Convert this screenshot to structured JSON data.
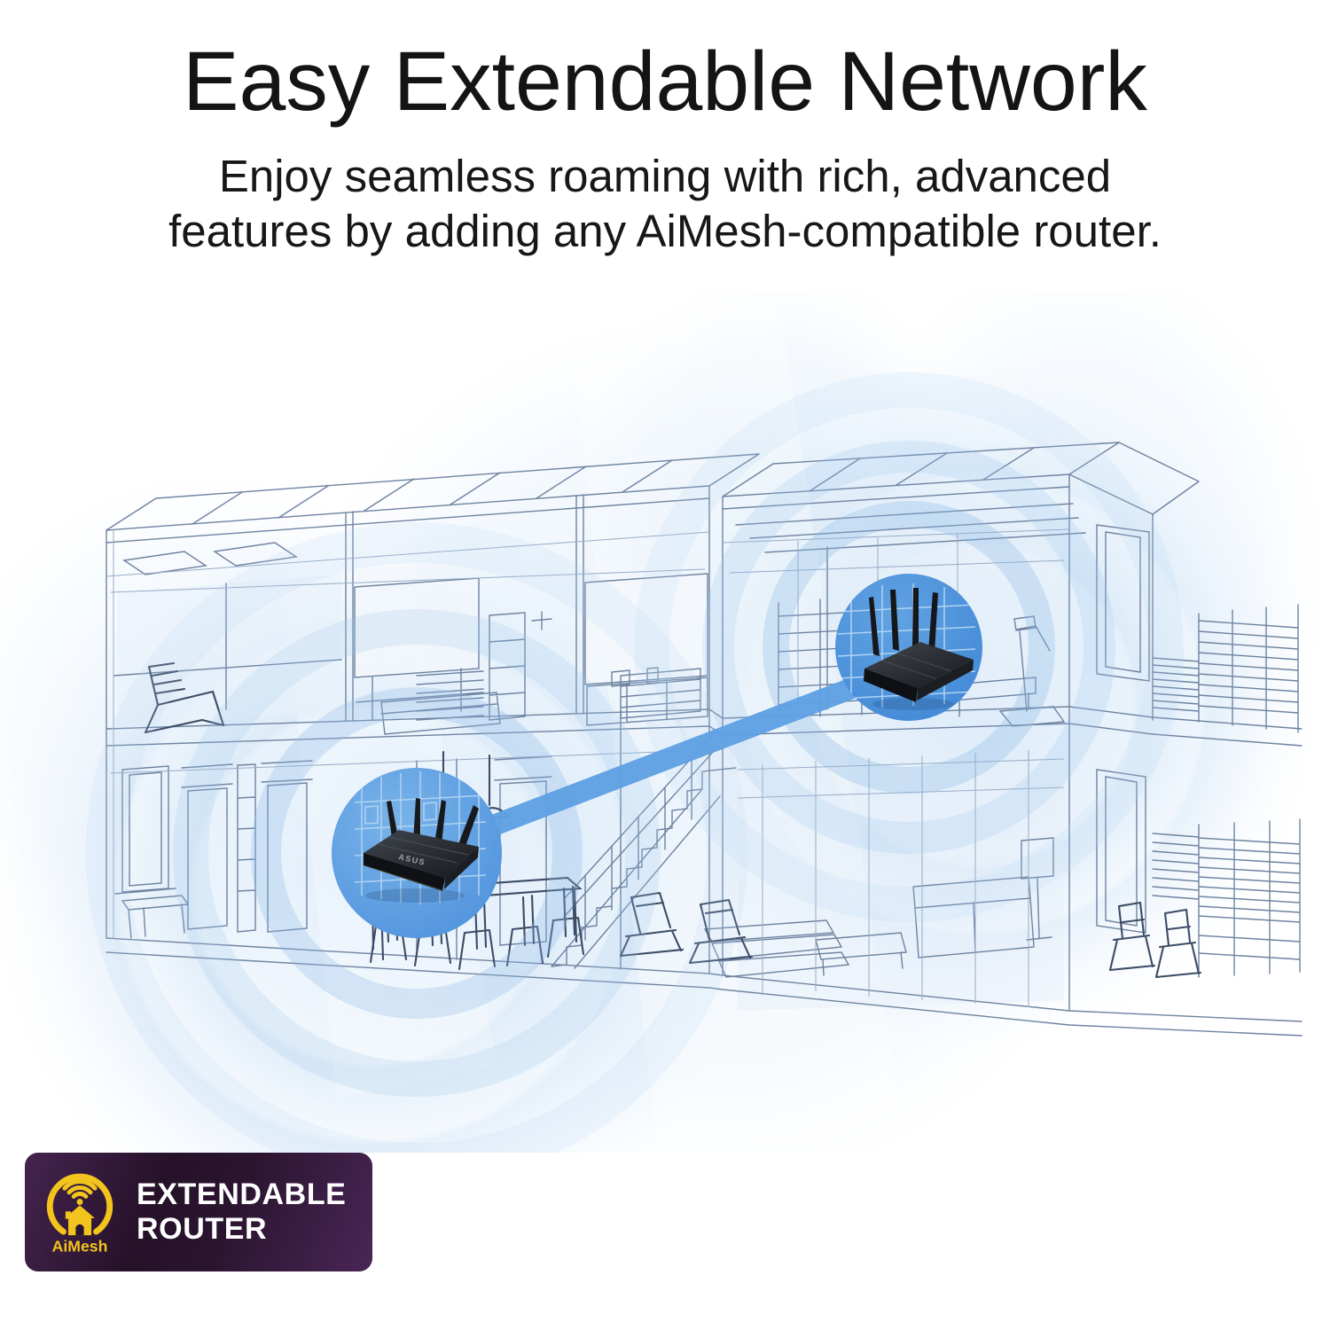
{
  "header": {
    "title": "Easy Extendable Network",
    "subtitle_line1": "Enjoy seamless roaming with rich, advanced",
    "subtitle_line2": "features by adding any AiMesh-compatible router."
  },
  "illustration": {
    "router_brand_label": "ASUS",
    "colors": {
      "coverage_circle_blue": "#579BE0",
      "link_beam_blue": "#5E9FE3",
      "blueprint_line": "#6E83A1",
      "blueprint_furniture_line": "#44546E",
      "background_glow_blue": "#D7E7F8",
      "router_body_black": "#17191D"
    }
  },
  "badge": {
    "logo_text": "AiMesh",
    "title_line1": "EXTENDABLE",
    "title_line2": "ROUTER",
    "colors": {
      "background_dark_purple": "#261129",
      "background_light_purple": "#4A2656",
      "logo_yellow": "#F2C41D",
      "text_white": "#FFFFFF"
    }
  }
}
